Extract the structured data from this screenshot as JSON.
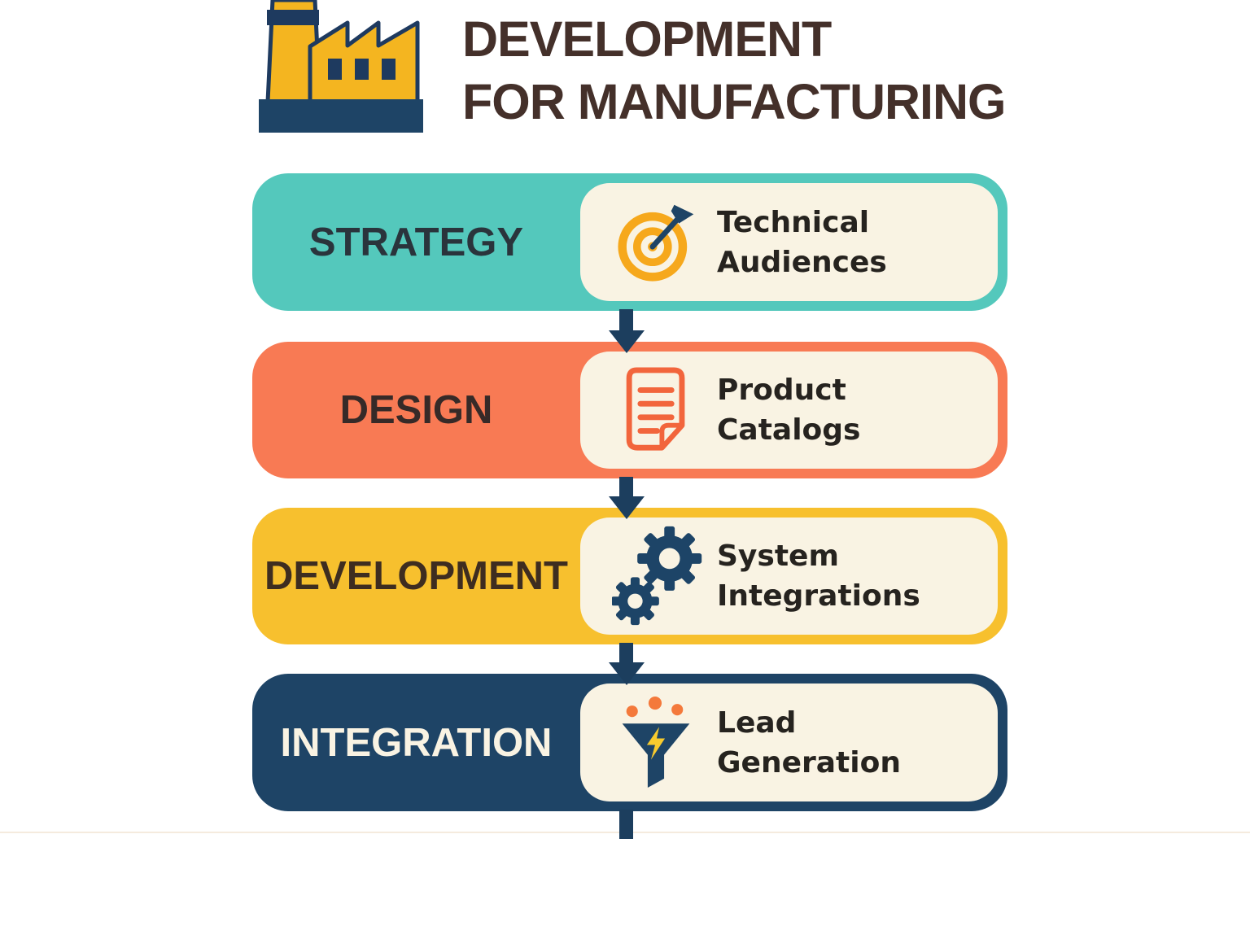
{
  "header": {
    "title_line1": "DEVELOPMENT",
    "title_line2": "FOR MANUFACTURING",
    "title_color": "#44302A",
    "logo_icon": "factory-icon"
  },
  "flow": {
    "arrow_color": "#1C3E5E",
    "card_text_color": "#26231F",
    "rows": [
      {
        "label": "STRATEGY",
        "bg": "#54C8BC",
        "label_color": "#2A343C",
        "card_bg": "#F9F3E3",
        "card_line1": "Technical",
        "card_line2": "Audiences",
        "icon": "target-icon",
        "icon_color": "#F6A81C"
      },
      {
        "label": "DESIGN",
        "bg": "#F87A54",
        "label_color": "#362A28",
        "card_bg": "#F9F3E3",
        "card_line1": "Product",
        "card_line2": "Catalogs",
        "icon": "document-icon",
        "icon_color": "#F2653C"
      },
      {
        "label": "DEVELOPMENT",
        "bg": "#F7C02E",
        "label_color": "#3E2D20",
        "card_bg": "#F9F3E3",
        "card_line1": "System",
        "card_line2": "Integrations",
        "icon": "gears-icon",
        "icon_color": "#1D4467"
      },
      {
        "label": "INTEGRATION",
        "bg": "#1E4466",
        "label_color": "#F9F3E3",
        "card_bg": "#F9F3E3",
        "card_line1": "Lead",
        "card_line2": "Generation",
        "icon": "funnel-icon",
        "icon_color": "#1E4466"
      }
    ]
  },
  "colors": {
    "background": "#FFFFFF",
    "factory_yellow": "#F4B520",
    "factory_navy": "#1E3A5F",
    "funnel_bolt_yellow": "#F8CB2E",
    "funnel_dots_orange": "#F4793B",
    "seam_line": "#F5EBDE"
  }
}
